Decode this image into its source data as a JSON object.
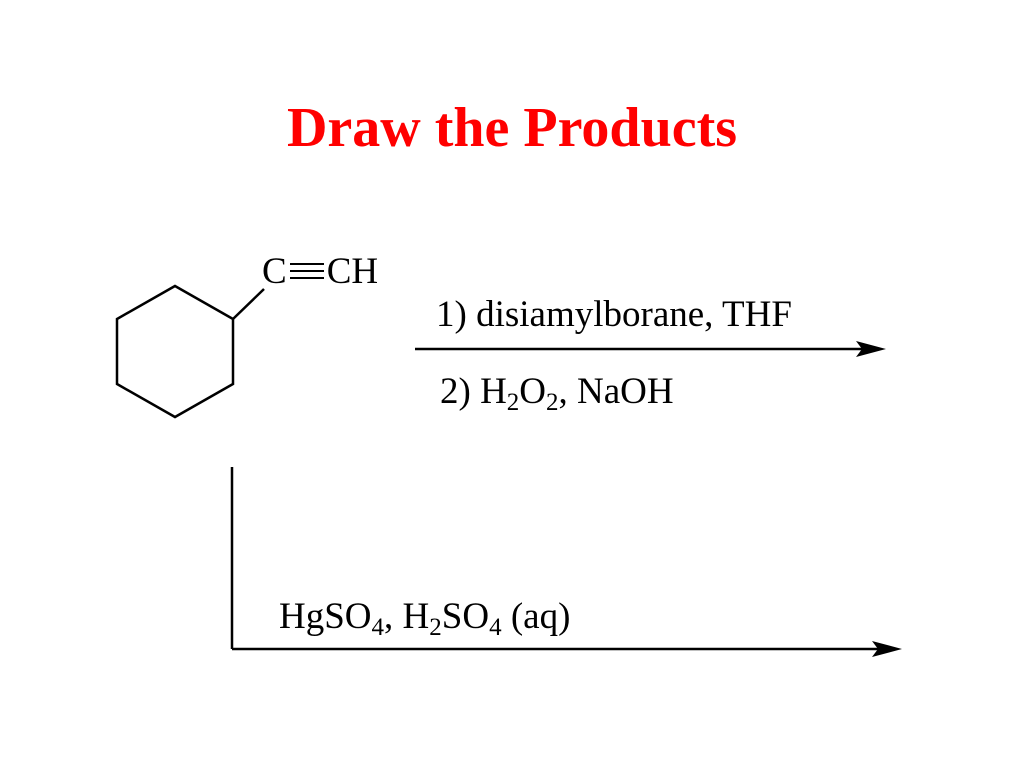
{
  "title": "Draw the Products",
  "title_color": "#ff0000",
  "starting_material": {
    "left_atom": "C",
    "right_group": "CH",
    "bond": "triple",
    "ring": "cyclohexane"
  },
  "reaction_1": {
    "step1": "1)  disiamylborane, THF",
    "step2": {
      "prefix": "2) H",
      "sub1": "2",
      "mid": "O",
      "sub2": "2",
      "suffix": ", NaOH"
    }
  },
  "reaction_2": {
    "part1": "HgSO",
    "sub1": "4",
    "part2": ", H",
    "sub2": "2",
    "part3": "SO",
    "sub3": "4",
    "part4": " (aq)"
  }
}
